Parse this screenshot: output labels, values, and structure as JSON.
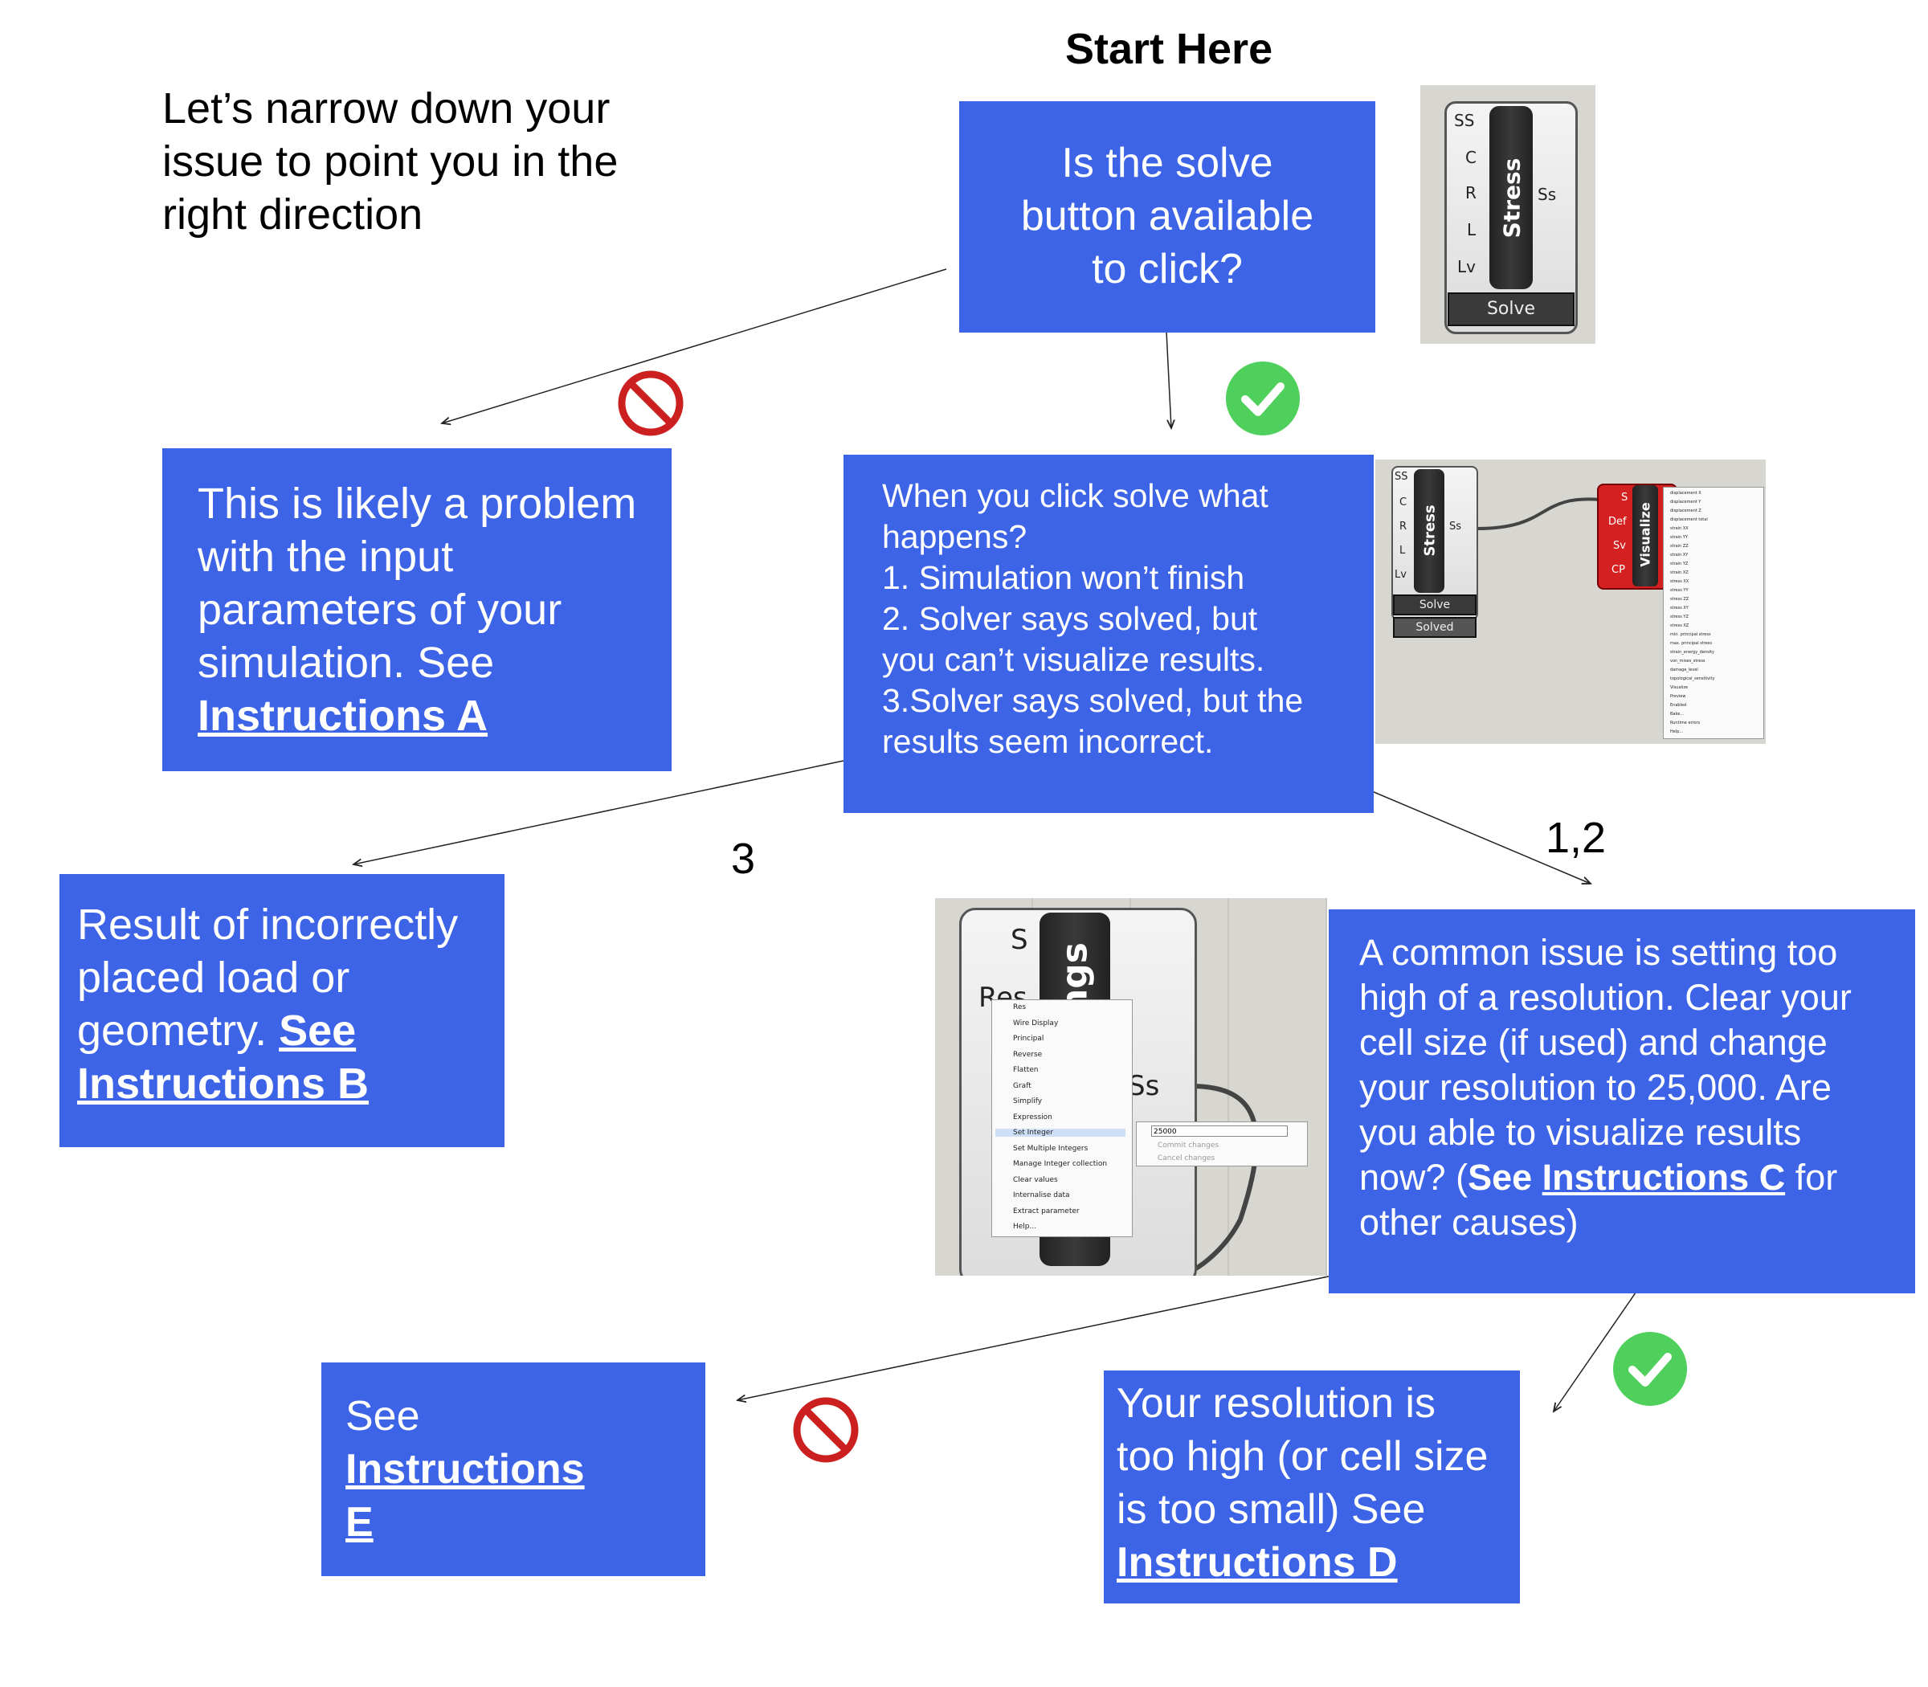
{
  "title": "Start Here",
  "intro": [
    "Let’s narrow down your",
    "issue to point you in the",
    "right direction"
  ],
  "q1": [
    "Is the solve",
    "button available",
    "to click?"
  ],
  "box_a": {
    "lines": [
      "This is likely a problem",
      "with the input",
      "parameters of your",
      "simulation. See"
    ],
    "link": "Instructions A"
  },
  "q2": {
    "lines": [
      "When you click solve what",
      "happens?",
      "1. Simulation won’t finish",
      "2. Solver says solved, but",
      "you can’t visualize results.",
      "3.Solver says solved, but the",
      "results seem incorrect."
    ]
  },
  "label_3": "3",
  "label_12": "1,2",
  "box_b": {
    "lines": [
      "Result of incorrectly",
      "placed load or"
    ],
    "line3": "geometry.",
    "see": "See",
    "link": "Instructions B"
  },
  "box_c": {
    "lines": [
      "A common issue is setting too",
      "high of a resolution. Clear your",
      "cell size (if used) and change",
      "your resolution to 25,000. Are",
      "you able to visualize results"
    ],
    "pre": "now? (",
    "see": "See",
    "link": "Instructions C",
    "post1": " for",
    "post2": "other causes)"
  },
  "box_e": {
    "see": "See",
    "link1": "Instructions",
    "link2": "E"
  },
  "box_d": {
    "lines": [
      "Your resolution is",
      "too high (or cell size",
      "is too small) See"
    ],
    "link": "Instructions D"
  },
  "icons": {
    "no": "prohibited-icon",
    "yes": "check-circle-icon",
    "no_color": "#cc1f1f",
    "yes_color": "#4fd05c",
    "box_color": "#3d63e6"
  },
  "shot1": {
    "ports": [
      "SS",
      "C",
      "R",
      "L",
      "Lv"
    ],
    "core": "Stress",
    "out": "Ss",
    "button": "Solve"
  },
  "shot2": {
    "ports": [
      "SS",
      "C",
      "R",
      "L",
      "Lv"
    ],
    "core": "Stress",
    "out": "Ss",
    "btn1": "Solve",
    "btn2": "Solved",
    "viz_ports": [
      "S",
      "Def",
      "Sv",
      "CP"
    ],
    "viz_core": "Visualize",
    "menu": [
      "displacement X",
      "displacement Y",
      "displacement Z",
      "displacement total",
      "strain XX",
      "strain YY",
      "strain ZZ",
      "strain XY",
      "strain YZ",
      "strain XZ",
      "stress XX",
      "stress YY",
      "stress ZZ",
      "stress XY",
      "stress YZ",
      "stress XZ",
      "min. principal stress",
      "max. principal stress",
      "strain_energy_density",
      "von_mises_stress",
      "damage_level",
      "topological_sensitivity",
      "Visualize",
      "Preview",
      "Enabled",
      "Bake...",
      "Runtime errors",
      "Help..."
    ]
  },
  "shot3": {
    "ports": [
      "S",
      "Res"
    ],
    "core": "ngs",
    "out": "Ss",
    "menu": [
      "Res",
      "Wire Display",
      "Principal",
      "Reverse",
      "Flatten",
      "Graft",
      "Simplify",
      "Expression",
      "Set Integer",
      "Set Multiple Integers",
      "Manage Integer collection",
      "Clear values",
      "Internalise data",
      "Extract parameter",
      "Help..."
    ],
    "sub_value": "25000",
    "sub_items": [
      "Commit changes",
      "Cancel changes"
    ]
  }
}
